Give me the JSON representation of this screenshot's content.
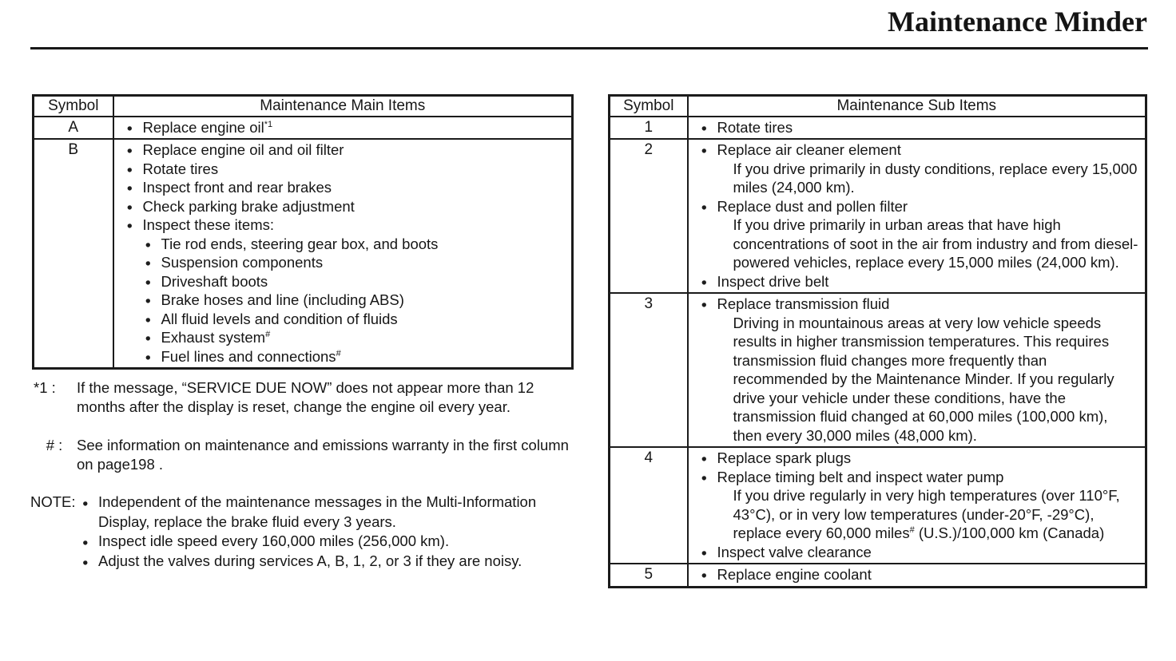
{
  "page": {
    "title": "Maintenance Minder"
  },
  "icons": {
    "bullet": "●"
  },
  "colors": {
    "ink": "#161616",
    "background": "#ffffff"
  },
  "main_table": {
    "headers": [
      "Symbol",
      "Maintenance Main Items"
    ],
    "rows": [
      {
        "symbol": "A",
        "lines": [
          {
            "b": 1,
            "t": "Replace engine oil",
            "sup": "*1"
          }
        ]
      },
      {
        "symbol": "B",
        "lines": [
          {
            "b": 1,
            "t": "Replace engine oil and oil filter"
          },
          {
            "b": 1,
            "t": "Rotate tires"
          },
          {
            "b": 1,
            "t": "Inspect front and rear brakes"
          },
          {
            "b": 1,
            "t": "Check parking brake adjustment"
          },
          {
            "b": 1,
            "t": "Inspect these items:"
          },
          {
            "b": 1,
            "ind": 1,
            "t": "Tie rod ends, steering gear box, and boots"
          },
          {
            "b": 1,
            "ind": 1,
            "t": "Suspension components"
          },
          {
            "b": 1,
            "ind": 1,
            "t": "Driveshaft boots"
          },
          {
            "b": 1,
            "ind": 1,
            "t": "Brake hoses and line (including ABS)"
          },
          {
            "b": 1,
            "ind": 1,
            "t": "All fluid levels and condition of fluids"
          },
          {
            "b": 1,
            "ind": 1,
            "t": "Exhaust system",
            "sup": "#"
          },
          {
            "b": 1,
            "ind": 1,
            "t": "Fuel lines and connections",
            "sup": "#"
          }
        ]
      }
    ]
  },
  "sub_table": {
    "headers": [
      "Symbol",
      "Maintenance Sub Items"
    ],
    "rows": [
      {
        "symbol": "1",
        "lines": [
          {
            "b": 1,
            "t": "Rotate tires"
          }
        ]
      },
      {
        "symbol": "2",
        "lines": [
          {
            "b": 1,
            "t": "Replace air cleaner element"
          },
          {
            "cont": 1,
            "t": "If you drive primarily in dusty conditions, replace every 15,000 miles (24,000 km)."
          },
          {
            "b": 1,
            "t": "Replace dust and pollen filter"
          },
          {
            "cont": 1,
            "t": "If you drive primarily in urban areas that have high concentrations of soot in the air from industry and from diesel-powered vehicles, replace every 15,000 miles (24,000 km)."
          },
          {
            "b": 1,
            "t": "Inspect drive belt"
          }
        ]
      },
      {
        "symbol": "3",
        "lines": [
          {
            "b": 1,
            "t": "Replace transmission fluid"
          },
          {
            "cont": 1,
            "t": "Driving in mountainous areas at very low vehicle speeds results in higher transmission temperatures. This requires transmission fluid changes more frequently than recommended by the Maintenance Minder. If you regularly drive your vehicle under these conditions, have the transmission fluid changed at 60,000 miles (100,000 km), then every 30,000 miles (48,000 km)."
          }
        ]
      },
      {
        "symbol": "4",
        "lines": [
          {
            "b": 1,
            "t": "Replace spark plugs"
          },
          {
            "b": 1,
            "t": "Replace timing belt and inspect water pump"
          },
          {
            "cont": 1,
            "t": "If you drive regularly in very high temperatures (over 110°F, 43°C), or in very low temperatures (under-20°F, -29°C), replace every 60,000 miles",
            "sup": "#",
            "post": " (U.S.)/100,000 km (Canada)"
          },
          {
            "b": 1,
            "t": "Inspect valve clearance"
          }
        ]
      },
      {
        "symbol": "5",
        "lines": [
          {
            "b": 1,
            "t": "Replace engine coolant"
          }
        ]
      }
    ]
  },
  "footnotes": [
    {
      "marker": "*1 :",
      "text": "If the message, “SERVICE DUE NOW” does not appear more than 12 months after the display is reset, change the engine oil every year."
    },
    {
      "marker": "# :",
      "text": "See information on maintenance and emissions warranty in the first column on page198 ."
    }
  ],
  "note": {
    "label": "NOTE:",
    "lines": [
      {
        "b": 1,
        "t": "Independent of the maintenance messages in the Multi-Information Display, replace the brake fluid every 3 years."
      },
      {
        "b": 1,
        "t": "Inspect idle speed every 160,000 miles (256,000 km)."
      },
      {
        "b": 1,
        "t": "Adjust the valves during services A, B, 1, 2, or 3 if they are noisy."
      }
    ]
  }
}
